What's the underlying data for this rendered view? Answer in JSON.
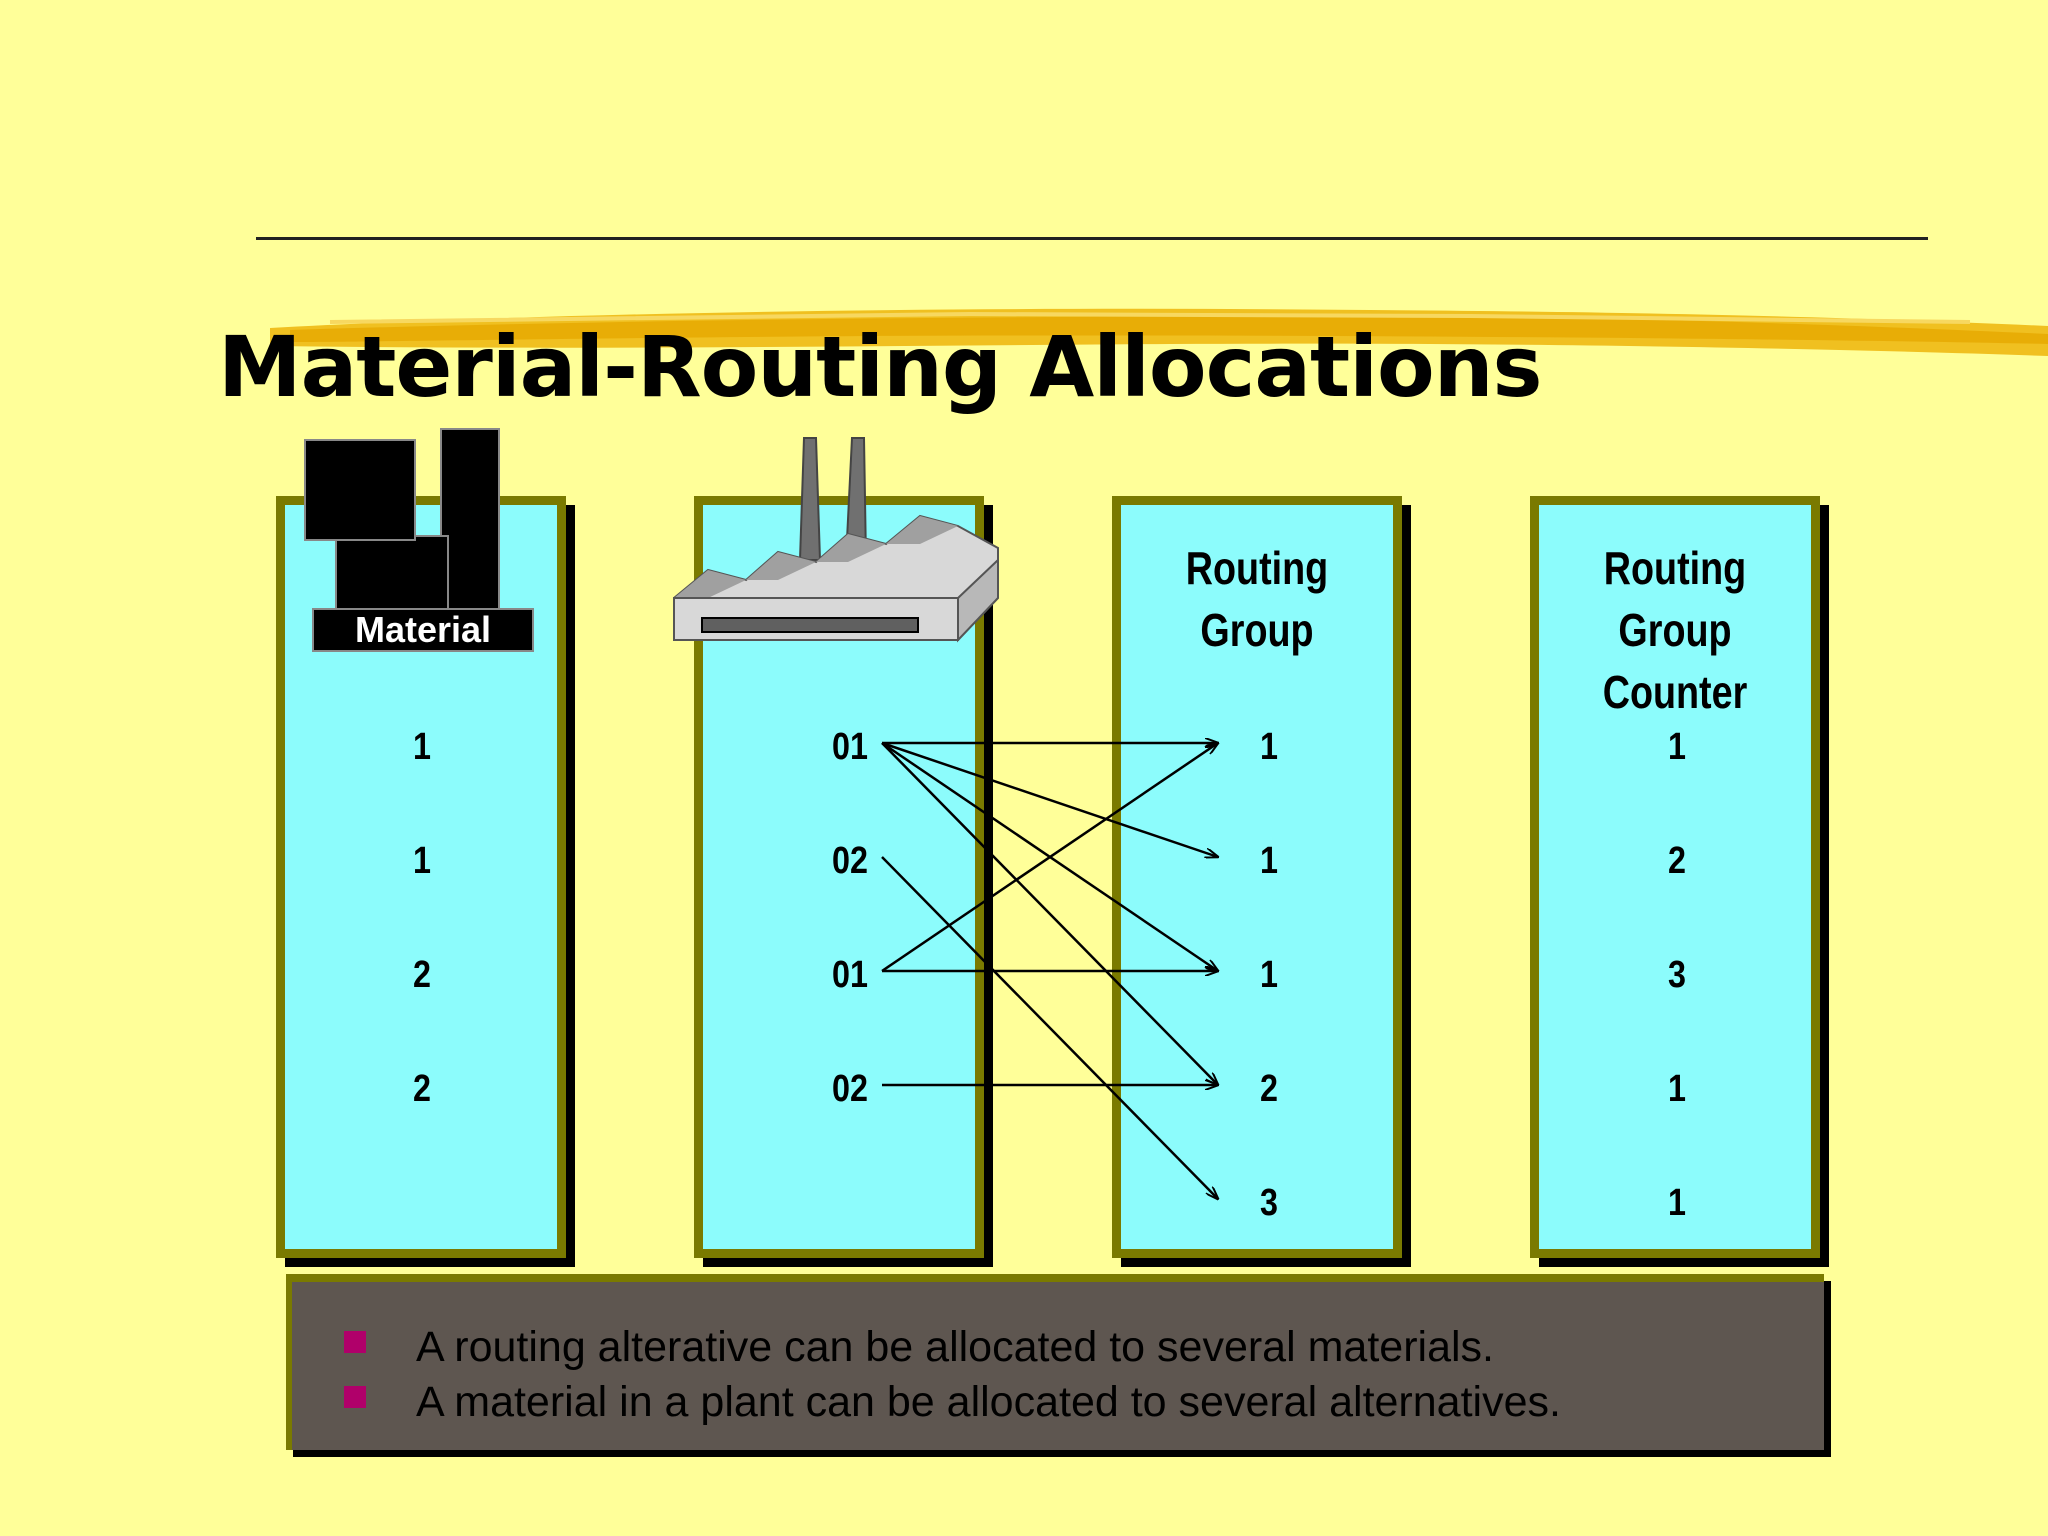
{
  "title": "Material-Routing Allocations",
  "columns": {
    "material": {
      "label": "Material",
      "values": [
        "1",
        "1",
        "2",
        "2"
      ]
    },
    "plant": {
      "values": [
        "01",
        "02",
        "01",
        "02"
      ]
    },
    "group": {
      "label_line1": "Routing",
      "label_line2": "Group",
      "values": [
        "1",
        "1",
        "1",
        "2",
        "3"
      ]
    },
    "counter": {
      "label_line1": "Routing",
      "label_line2": "Group",
      "label_line3": "Counter",
      "values": [
        "1",
        "2",
        "3",
        "1",
        "1"
      ]
    }
  },
  "allocations": [
    {
      "from": 0,
      "to": 0
    },
    {
      "from": 0,
      "to": 1
    },
    {
      "from": 0,
      "to": 2
    },
    {
      "from": 0,
      "to": 3
    },
    {
      "from": 1,
      "to": 4
    },
    {
      "from": 2,
      "to": 0
    },
    {
      "from": 2,
      "to": 2
    },
    {
      "from": 3,
      "to": 3
    }
  ],
  "notes": [
    "A routing alterative can be allocated to several materials.",
    "A material in a plant can be allocated to several alternatives."
  ],
  "colors": {
    "background": "#ffff99",
    "column_fill": "#8cfcfc",
    "column_border": "#7a7a00",
    "note_fill": "#5e5650",
    "bullet": "#b0006a"
  }
}
